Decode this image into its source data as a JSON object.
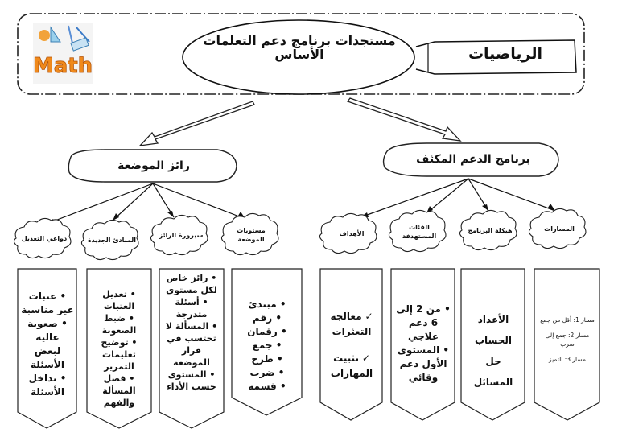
{
  "header": {
    "title": "مستجدات برنامج دعم التعلمات الأساس",
    "subject": "الرياضيات",
    "logo_text": "Math"
  },
  "left_branch": {
    "title": "رائز الموضعة",
    "clouds": [
      "دواعي التعديل",
      "المبادئ الجديدة",
      "سيرورة الرائز",
      "مستويات الموضعة"
    ],
    "panels": [
      [
        "عتبات غير مناسبة",
        "صعوبة عالية لبعض الأسئلة",
        "تداخل الأسئلة"
      ],
      [
        "تعديل العتبات",
        "ضبط الصعوبة",
        "توضيح تعليمات التمرير",
        "فصل المسألة والفهم"
      ],
      [
        "رائز خاص لكل مستوى",
        "أسئلة متدرجة",
        "المسألة لا تحتسب في قرار الموضعة",
        "المستوى حسب الأداء"
      ],
      [
        "مبتدئ",
        "رقم",
        "رقمان",
        "جمع",
        "طرح",
        "ضرب",
        "قسمة"
      ]
    ]
  },
  "right_branch": {
    "title": "برنامج الدعم المكثف",
    "clouds": [
      "الأهداف",
      "الفئات المستهدفة",
      "هيكلة البرنامج",
      "المسارات"
    ],
    "panels": [
      [
        "معالجة التعثرات",
        "تثبيت المهارات"
      ],
      [
        "من 2 إلى 6 دعم علاجي",
        "المستوى الأول دعم وقائي"
      ],
      [
        "الأعداد",
        "الحساب",
        "حل المسائل"
      ],
      [
        "مسار 1: أقل من جمع",
        "مسار 2: جمع إلى ضرب",
        "مسار 3: التميز"
      ]
    ]
  }
}
